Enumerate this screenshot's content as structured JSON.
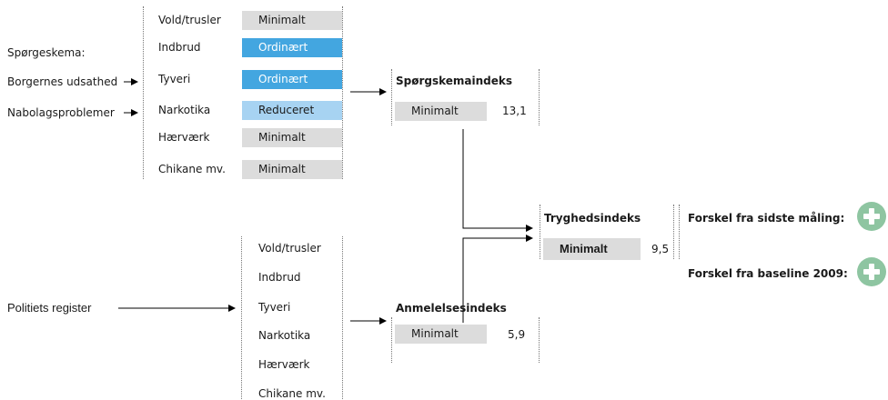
{
  "colors": {
    "minimalt": "#dcdcdc",
    "ordinaert": "#43a6e0",
    "reduceret": "#a7d3f2",
    "plus": "#8ec5a1"
  },
  "questionnaire": {
    "heading": "Spørgeskema:",
    "input1": "Borgernes udsathed",
    "input2": "Nabolagsproblemer",
    "items": [
      {
        "label": "Vold/trusler",
        "status": "Minimalt",
        "color": "minimalt"
      },
      {
        "label": "Indbrud",
        "status": "Ordinært",
        "color": "ordinaert"
      },
      {
        "label": "Tyveri",
        "status": "Ordinært",
        "color": "ordinaert"
      },
      {
        "label": "Narkotika",
        "status": "Reduceret",
        "color": "reduceret"
      },
      {
        "label": "Hærværk",
        "status": "Minimalt",
        "color": "minimalt"
      },
      {
        "label": "Chikane mv.",
        "status": "Minimalt",
        "color": "minimalt"
      }
    ]
  },
  "sporgeskemaindeks": {
    "title": "Spørgskemaindeks",
    "status": "Minimalt",
    "value": "13,1"
  },
  "tryghedsindeks": {
    "title": "Tryghedsindeks",
    "status": "Minimalt",
    "value": "9,5"
  },
  "changes": {
    "last": "Forskel fra sidste måling:",
    "baseline": "Forskel fra baseline 2009:"
  },
  "police": {
    "label": "Politiets register",
    "items": [
      "Vold/trusler",
      "Indbrud",
      "Tyveri",
      "Narkotika",
      "Hærværk",
      "Chikane mv."
    ]
  },
  "anmeldelsesindeks": {
    "title": "Anmelelsesindeks",
    "status": "Minimalt",
    "value": "5,9"
  }
}
